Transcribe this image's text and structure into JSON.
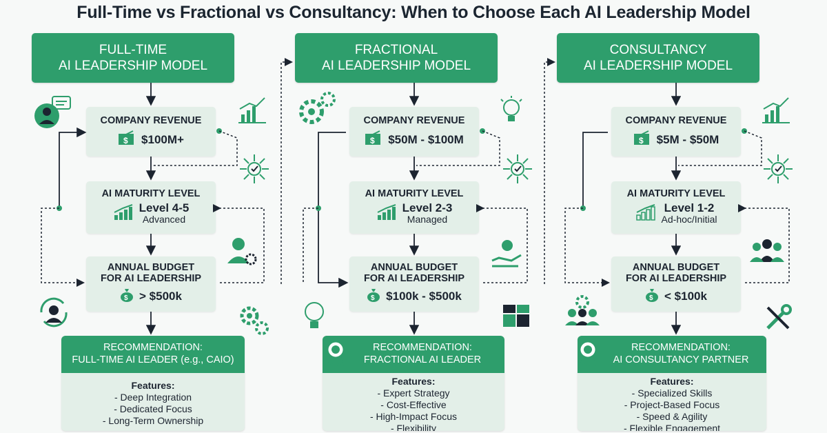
{
  "title": "Full-Time vs Fractional vs Consultancy: When to Choose Each AI Leadership Model",
  "labels": {
    "revenue": "COMPANY REVENUE",
    "maturity": "AI MATURITY LEVEL",
    "budget_line1": "ANNUAL BUDGET",
    "budget_line2": "FOR AI LEADERSHIP",
    "features": "Features:"
  },
  "columns": [
    {
      "header_line1": "FULL-TIME",
      "header_line2": "AI LEADERSHIP MODEL",
      "revenue": "$100M+",
      "maturity_level": "Level 4-5",
      "maturity_desc": "Advanced",
      "budget": "> $500k",
      "rec_line1": "RECOMMENDATION:",
      "rec_line2": "FULL-TIME AI LEADER (e.g., CAIO)",
      "features": [
        "- Deep Integration",
        "- Dedicated Focus",
        "- Long-Term Ownership"
      ]
    },
    {
      "header_line1": "FRACTIONAL",
      "header_line2": "AI LEADERSHIP MODEL",
      "revenue": "$50M - $100M",
      "maturity_level": "Level 2-3",
      "maturity_desc": "Managed",
      "budget": "$100k - $500k",
      "rec_line1": "RECOMMENDATION:",
      "rec_line2": "FRACTIONAL AI LEADER",
      "features": [
        "- Expert Strategy",
        "- Cost-Effective",
        "- High-Impact Focus",
        "- Flexibility"
      ]
    },
    {
      "header_line1": "CONSULTANCY",
      "header_line2": "AI LEADERSHIP MODEL",
      "revenue": "$5M - $50M",
      "maturity_level": "Level 1-2",
      "maturity_desc": "Ad-hoc/Initial",
      "budget": "< $100k",
      "rec_line1": "RECOMMENDATION:",
      "rec_line2": "AI CONSULTANCY PARTNER",
      "features": [
        "- Specialized Skills",
        "- Project-Based Focus",
        "- Speed & Agility",
        "- Flexible Engagement"
      ]
    }
  ],
  "colors": {
    "accent": "#2e9e6c",
    "box": "#e3efe8",
    "text": "#1c2430"
  }
}
